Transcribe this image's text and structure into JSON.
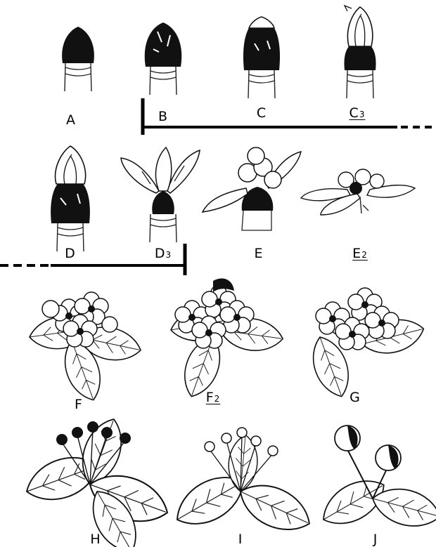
{
  "labels": {
    "A": "A",
    "B": "B",
    "C": "C",
    "C3_main": "C",
    "C3_sub": "3",
    "D": "D",
    "D3_main": "D",
    "D3_sub": "3",
    "E": "E",
    "E2_main": "E",
    "E2_sub": "2",
    "F": "F",
    "F2_main": "F",
    "F2_sub": "2",
    "G": "G",
    "H": "H",
    "I": "I",
    "J": "J"
  }
}
